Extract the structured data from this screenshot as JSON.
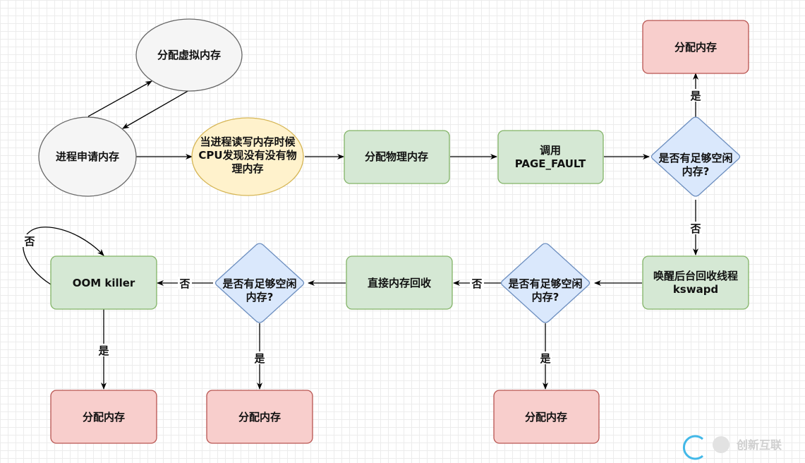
{
  "colors": {
    "green_fill": "#d5e8d4",
    "green_stroke": "#82b366",
    "red_fill": "#f8cecc",
    "red_stroke": "#b85450",
    "blue_fill": "#dae8fc",
    "blue_stroke": "#6c8ebf",
    "yellow_fill": "#fff2cc",
    "yellow_stroke": "#d6b656",
    "gray_fill": "#f5f5f5",
    "gray_stroke": "#666666",
    "arrow": "#000000"
  },
  "nodes": {
    "alloc_virtual": "分配虚拟内存",
    "request": "进程申请内存",
    "cpu_check": [
      "当进程读写内存时候",
      "CPU发现没有没有物",
      "理内存"
    ],
    "alloc_physical": "分配物理内存",
    "page_fault": [
      "调用",
      "PAGE_FAULT"
    ],
    "decision_1": [
      "是否有足够空闲",
      "内存?"
    ],
    "alloc_1": "分配内存",
    "kswapd": [
      "唤醒后台回收线程",
      "kswapd"
    ],
    "decision_2": [
      "是否有足够空闲",
      "内存?"
    ],
    "alloc_2": "分配内存",
    "direct_reclaim": "直接内存回收",
    "decision_3": [
      "是否有足够空闲",
      "内存?"
    ],
    "alloc_3": "分配内存",
    "oom_killer": "OOM killer",
    "alloc_4": "分配内存"
  },
  "edge_labels": {
    "d1_yes": "是",
    "d1_no": "否",
    "d2_no": "否",
    "d2_yes": "是",
    "d3_no": "否",
    "d3_yes": "是",
    "oom_yes": "是",
    "oom_loop_no": "否"
  },
  "watermark": "创新互联"
}
